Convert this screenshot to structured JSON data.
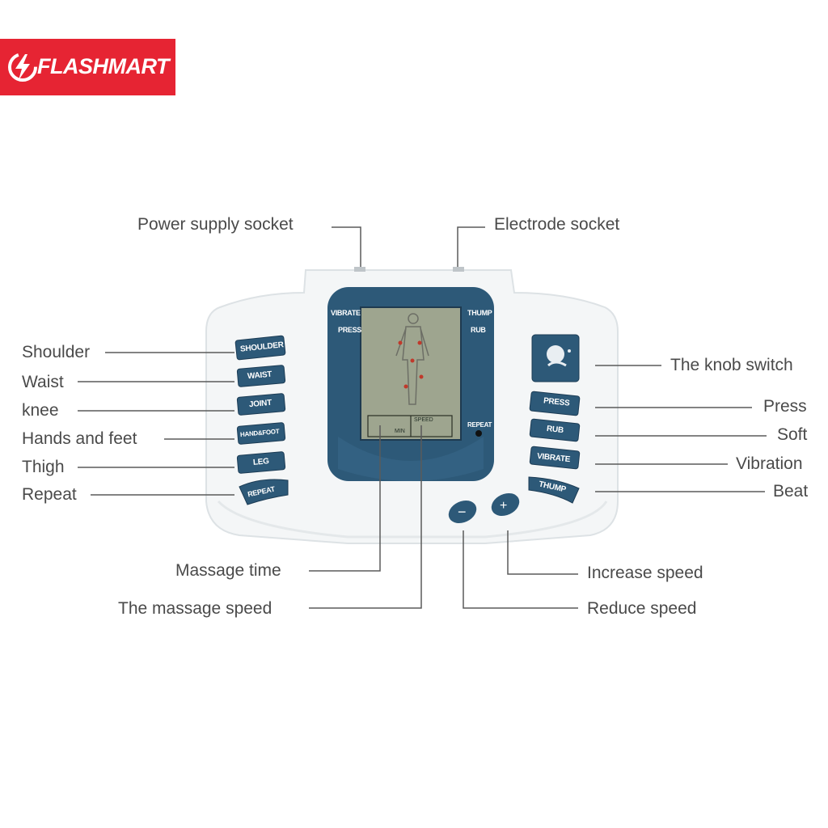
{
  "brand": {
    "name": "FLASHMART",
    "color": "#e62433"
  },
  "device": {
    "body_color": "#f4f6f7",
    "panel_color": "#2d5978",
    "lcd_color": "#9ea58f",
    "left_buttons": [
      "SHOULDER",
      "WAIST",
      "JOINT",
      "HAND&FOOT",
      "LEG",
      "REPEAT"
    ],
    "right_buttons": [
      "PRESS",
      "RUB",
      "VIBRATE",
      "THUMP"
    ],
    "lcd": {
      "left_labels": [
        "VIBRATE",
        "PRESS"
      ],
      "right_labels": [
        "THUMP",
        "RUB"
      ],
      "repeat": "REPEAT",
      "speed": "SPEED",
      "time": "MIN"
    },
    "speed_buttons": [
      "−",
      "+"
    ]
  },
  "callouts": {
    "power_supply_socket": "Power supply socket",
    "electrode_socket": "Electrode socket",
    "shoulder": "Shoulder",
    "waist": "Waist",
    "knee": "knee",
    "hands_and_feet": "Hands and feet",
    "thigh": "Thigh",
    "repeat": "Repeat",
    "knob_switch": "The knob switch",
    "press": "Press",
    "soft": "Soft",
    "vibration": "Vibration",
    "beat": "Beat",
    "massage_time": "Massage time",
    "massage_speed": "The massage speed",
    "increase_speed": "Increase speed",
    "reduce_speed": "Reduce speed"
  }
}
